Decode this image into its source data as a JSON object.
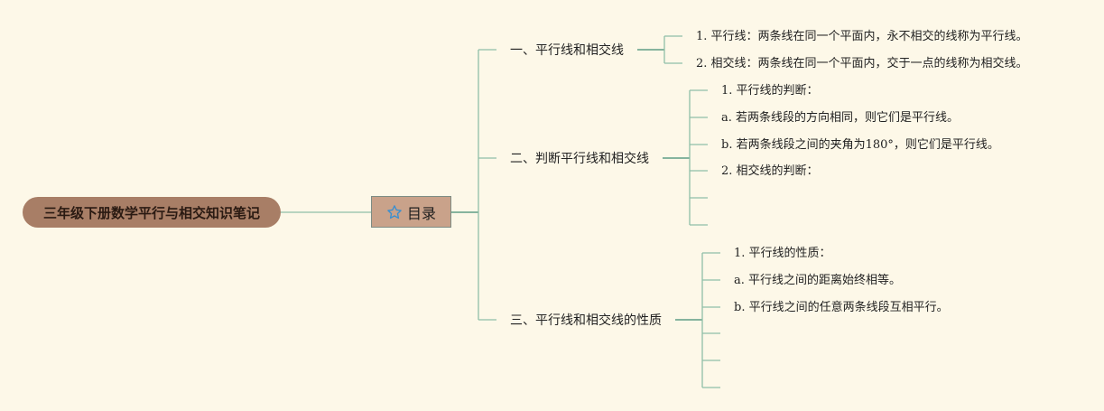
{
  "root": {
    "title": "三年级下册数学平行与相交知识笔记"
  },
  "toc": {
    "label": "目录",
    "icon": "star-icon"
  },
  "branches": [
    {
      "label": "一、平行线和相交线",
      "items": [
        "1. 平行线：两条线在同一个平面内，永不相交的线称为平行线。",
        "2. 相交线：两条线在同一个平面内，交于一点的线称为相交线。"
      ]
    },
    {
      "label": "二、判断平行线和相交线",
      "items": [
        "1. 平行线的判断：",
        "a. 若两条线段的方向相同，则它们是平行线。",
        "b. 若两条线段之间的夹角为180°，则它们是平行线。",
        "2. 相交线的判断：",
        "",
        ""
      ]
    },
    {
      "label": "三、平行线和相交线的性质",
      "items": [
        "1. 平行线的性质：",
        "a. 平行线之间的距离始终相等。",
        "b. 平行线之间的任意两条线段互相平行。",
        "",
        "",
        ""
      ]
    }
  ],
  "colors": {
    "line": "#8fbfa8",
    "line_dark": "#5e9e86",
    "root": "#a87e66",
    "toc": "#c9a28a",
    "background": "#fdf8e8"
  }
}
